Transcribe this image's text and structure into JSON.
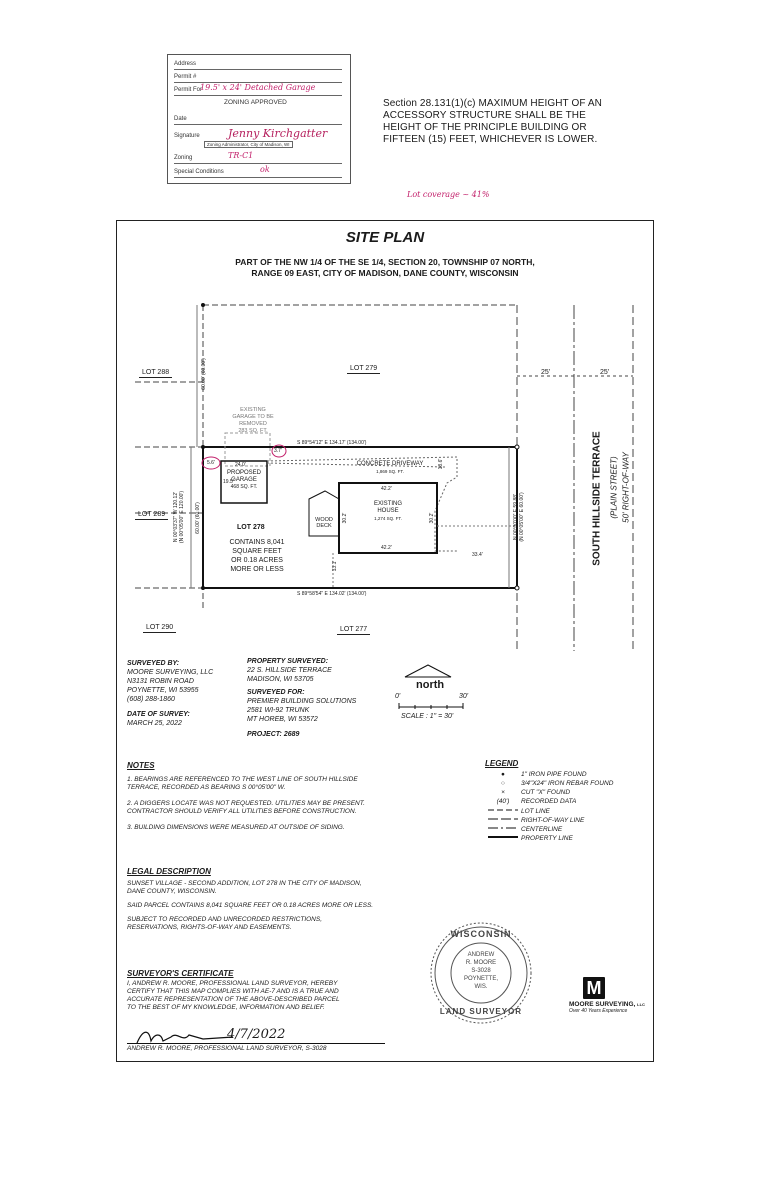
{
  "stamp": {
    "address_label": "Address",
    "permit_num_label": "Permit #",
    "permit_for_label": "Permit For",
    "permit_for_value": "19.5' x 24' Detached Garage",
    "approval_text": "ZONING APPROVED",
    "date_label": "Date",
    "signature_label": "Signature",
    "signature_value": "Jenny Kirchgatter",
    "administrator_text": "Zoning Administrator, City of Madison, WI",
    "zoning_label": "Zoning",
    "zoning_value": "TR-C1",
    "conditions_label": "Special Conditions",
    "conditions_value": "ok"
  },
  "section_note": "Section 28.131(1)(c) MAXIMUM HEIGHT OF AN ACCESSORY STRUCTURE SHALL BE THE HEIGHT OF THE PRINCIPLE BUILDING OR FIFTEEN (15) FEET, WHICHEVER IS LOWER.",
  "lot_coverage_note": "Lot coverage ~ 41%",
  "sheet": {
    "title": "SITE PLAN",
    "subtitle_1": "PART OF THE NW 1/4 OF THE SE 1/4, SECTION 20, TOWNSHIP 07 NORTH,",
    "subtitle_2": "RANGE 09 EAST, CITY OF MADISON, DANE COUNTY, WISCONSIN"
  },
  "plan": {
    "lot_288": "LOT 288",
    "lot_279": "LOT 279",
    "lot_289": "LOT 289",
    "lot_290": "LOT 290",
    "lot_277": "LOT 277",
    "lot_278": "LOT 278",
    "lot_278_area_1": "CONTAINS 8,041",
    "lot_278_area_2": "SQUARE FEET",
    "lot_278_area_3": "OR 0.18 ACRES",
    "lot_278_area_4": "MORE OR LESS",
    "dim_25_left": "25'",
    "dim_25_right": "25'",
    "top_bearing": "S 89°54'12\" E 134.17' (134.00')",
    "bottom_bearing": "S 89°58'54\" E 134.02' (134.00')",
    "west_bearing_1": "N 00°03'37\" W 120.12'",
    "west_bearing_2": "(N 00°05'00\" E 120.00')",
    "west_dim_inner": "60.00' (60.00')",
    "north_dim": "60.00' (60.00')",
    "east_bearing_1": "N 00°00'00\" E 59.88'",
    "east_bearing_2": "(N 00°05'00\" E 60.00')",
    "street_name": "SOUTH HILLSIDE TERRACE",
    "street_type": "(PLAIN STREET)",
    "row_width": "50' RIGHT-OF-WAY",
    "existing_garage_1": "EXISTING",
    "existing_garage_2": "GARAGE TO BE",
    "existing_garage_3": "REMOVED",
    "existing_garage_area": "283 SQ. FT.",
    "garage_dim_width": "24.0'",
    "garage_dim_side": "19.5'",
    "proposed_garage_1": "PROPOSED",
    "proposed_garage_2": "GARAGE",
    "proposed_garage_area": "468 SQ. FT.",
    "setback_left": "5.6'",
    "setback_top": "3.7'",
    "driveway": "CONCRETE DRIVEWAY",
    "driveway_area": "1,869 SQ. FT.",
    "wood_deck_1": "WOOD",
    "wood_deck_2": "DECK",
    "house_1": "EXISTING",
    "house_2": "HOUSE",
    "house_area": "1,274 SQ. FT.",
    "house_dim_top": "42.2'",
    "house_dim_bottom": "42.2'",
    "house_dim_left": "30.2'",
    "house_dim_right": "30.2'",
    "dim_18_6": "18.6'",
    "dim_33_4": "33.4'",
    "dim_13_1": "13.1'"
  },
  "info": {
    "surveyed_by_title": "SURVEYED BY:",
    "surveyed_by_1": "MOORE SURVEYING, LLC",
    "surveyed_by_2": "N3131 ROBIN ROAD",
    "surveyed_by_3": "POYNETTE, WI 53955",
    "surveyed_by_4": "(608) 288-1860",
    "date_title": "DATE OF SURVEY:",
    "date_value": "MARCH 25, 2022",
    "property_title": "PROPERTY SURVEYED:",
    "property_1": "22 S. HILLSIDE TERRACE",
    "property_2": "MADISON, WI 53705",
    "for_title": "SURVEYED FOR:",
    "for_1": "PREMIER BUILDING SOLUTIONS",
    "for_2": "2581 WI-92 TRUNK",
    "for_3": "MT HOREB, WI 53572",
    "project": "PROJECT: 2689",
    "north_label": "north",
    "scale_0": "0'",
    "scale_30": "30'",
    "scale_text": "SCALE : 1\" = 30'"
  },
  "notes": {
    "title": "NOTES",
    "n1_a": "1.  BEARINGS ARE REFERENCED TO THE WEST LINE OF SOUTH HILLSIDE",
    "n1_b": "TERRACE, RECORDED AS BEARING S 00°05'00\" W.",
    "n2_a": "2.  A DIGGERS LOCATE WAS NOT REQUESTED.  UTILITIES MAY BE PRESENT.",
    "n2_b": "CONTRACTOR SHOULD VERIFY ALL UTILITIES BEFORE CONSTRUCTION.",
    "n3": "3.  BUILDING DIMENSIONS WERE MEASURED AT OUTSIDE OF SIDING."
  },
  "legend": {
    "title": "LEGEND",
    "items": [
      {
        "symbol": "●",
        "text": "1\" IRON PIPE FOUND"
      },
      {
        "symbol": "○",
        "text": "3/4\"X24\" IRON REBAR FOUND"
      },
      {
        "symbol": "×",
        "text": "CUT \"X\" FOUND"
      },
      {
        "symbol": "(40')",
        "text": "RECORDED DATA"
      },
      {
        "symbol": "",
        "text": "LOT LINE"
      },
      {
        "symbol": "",
        "text": "RIGHT-OF-WAY LINE"
      },
      {
        "symbol": "",
        "text": "CENTERLINE"
      },
      {
        "symbol": "",
        "text": "PROPERTY LINE"
      }
    ]
  },
  "legal": {
    "title": "LEGAL DESCRIPTION",
    "l1": "SUNSET VILLAGE  - SECOND ADDITION, LOT 278 IN THE CITY OF MADISON,",
    "l2": "DANE COUNTY,  WISCONSIN.",
    "l3": "SAID PARCEL CONTAINS 8,041 SQUARE FEET OR 0.18 ACRES MORE OR LESS.",
    "l4": "SUBJECT TO RECORDED AND UNRECORDED RESTRICTIONS,",
    "l5": "RESERVATIONS, RIGHTS-OF-WAY AND EASEMENTS."
  },
  "certificate": {
    "title": "SURVEYOR'S CERTIFICATE",
    "c1": "I, ANDREW R. MOORE, PROFESSIONAL LAND SURVEYOR, HEREBY",
    "c2": "CERTIFY THAT THIS MAP COMPLIES WITH AE-7 AND IS A TRUE AND",
    "c3": "ACCURATE REPRESENTATION OF THE ABOVE-DESCRIBED PARCEL",
    "c4": "TO THE BEST OF MY KNOWLEDGE, INFORMATION AND BELIEF.",
    "signature_date": "4/7/2022",
    "signer": "ANDREW R. MOORE, PROFESSIONAL LAND SURVEYOR, S-3028"
  },
  "seal": {
    "top": "WISCONSIN",
    "bottom": "LAND SURVEYOR",
    "name_1": "ANDREW",
    "name_2": "R. MOORE",
    "number": "S-3028",
    "city": "POYNETTE,",
    "state": "WIS."
  },
  "logo": {
    "letter": "M",
    "company": "MOORE SURVEYING,",
    "llc": "LLC",
    "tagline": "Over 40 Years Experience"
  }
}
